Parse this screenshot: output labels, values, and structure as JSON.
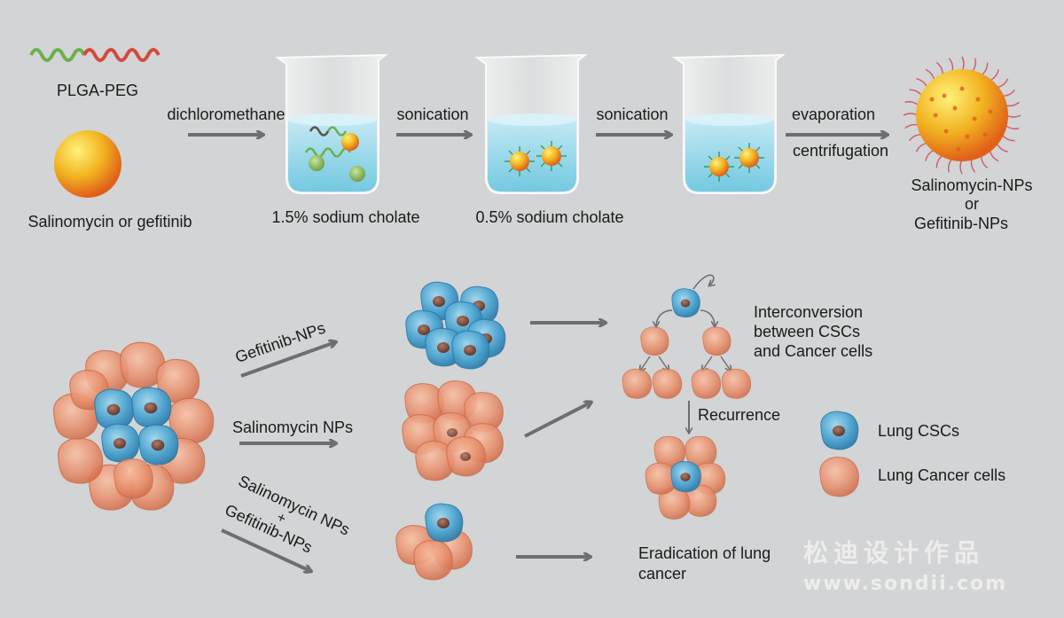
{
  "top": {
    "polymer_label": "PLGA-PEG",
    "drug_label": "Salinomycin or gefitinib",
    "step1": "dichloromethane",
    "step2": "sonication",
    "step3": "sonication",
    "step4a": "evaporation",
    "step4b": "centrifugation",
    "beaker1_label": "1.5% sodium cholate",
    "beaker2_label": "0.5% sodium cholate",
    "product_line1": "Salinomycin-NPs",
    "product_line2": "or",
    "product_line3": "Gefitinib-NPs"
  },
  "bottom": {
    "treat1": "Gefitinib-NPs",
    "treat2": "Salinomycin NPs",
    "treat3_line1": "Salinomycin NPs",
    "treat3_line2": "+",
    "treat3_line3": "Gefitinib-NPs",
    "interconv_line1": "Interconversion",
    "interconv_line2": "between CSCs",
    "interconv_line3": "and Cancer cells",
    "recurrence": "Recurrence",
    "eradication_line1": "Eradication of lung",
    "eradication_line2": "cancer"
  },
  "legend": {
    "csc": "Lung CSCs",
    "cancer": "Lung Cancer cells"
  },
  "watermark": {
    "line1": "松迪设计作品",
    "line2": "www.sondii.com"
  },
  "colors": {
    "background": "#d2d4d5",
    "csc_blue": "#4aa3d0",
    "cancer_salmon": "#e8906e",
    "arrow": "#6d6e70"
  }
}
